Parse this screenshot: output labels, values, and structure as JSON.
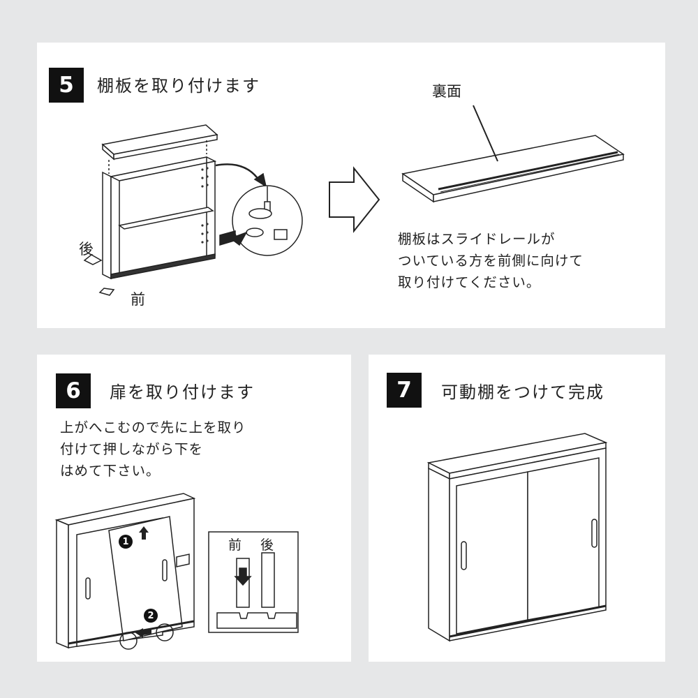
{
  "step5": {
    "number": "5",
    "title": "棚板を取り付けます",
    "back_label": "後",
    "front_label": "前",
    "reverse_label": "裏面",
    "note": "棚板はスライドレールが\nついている方を前側に向けて\n取り付けてください。"
  },
  "step6": {
    "number": "6",
    "title": "扉を取り付けます",
    "note": "上がへこむので先に上を取り\n付けて押しながら下を\nはめて下さい。",
    "marker1": "1",
    "marker2": "2",
    "front_label": "前",
    "back_label": "後"
  },
  "step7": {
    "number": "7",
    "title": "可動棚をつけて完成"
  }
}
